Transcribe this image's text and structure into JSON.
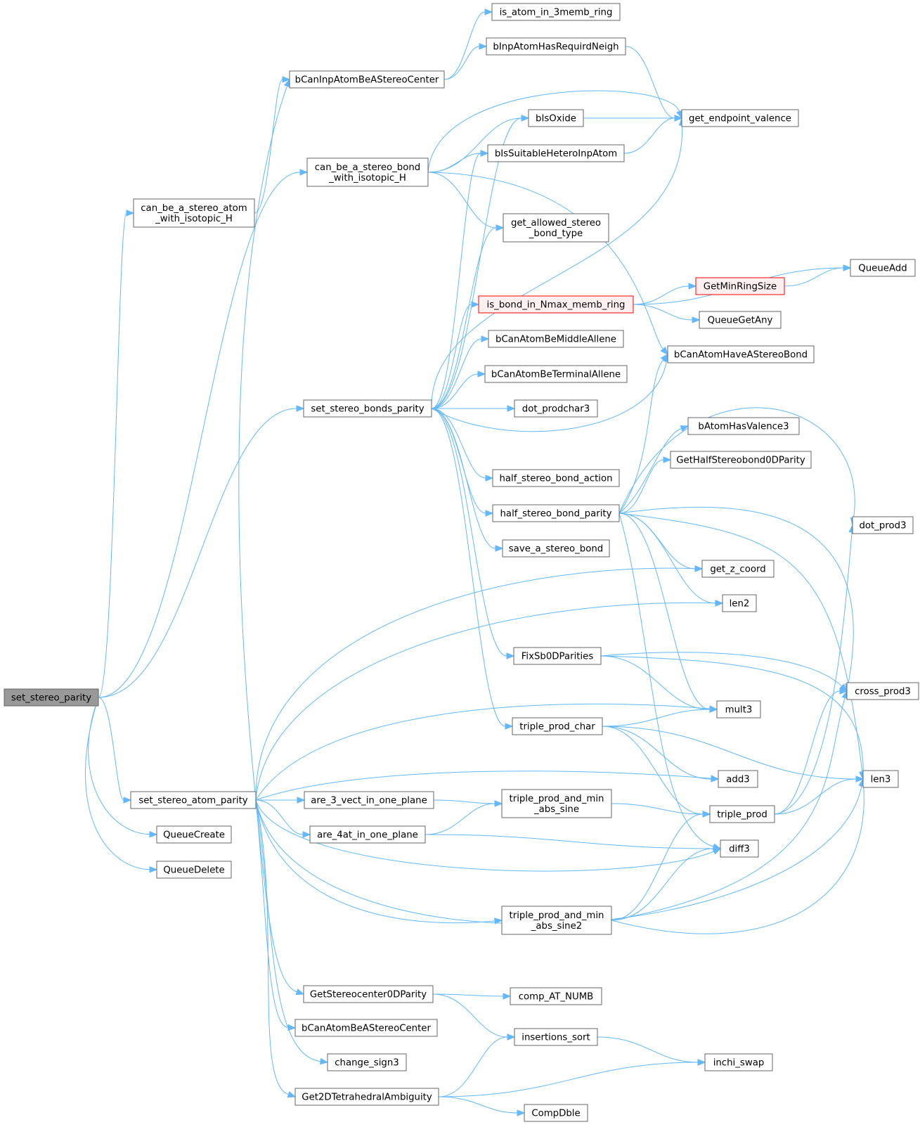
{
  "graph": {
    "title": "",
    "colors": {
      "edge": "#63b8ff",
      "node_border": "#666666",
      "root_fill": "#999999",
      "truncated_border": "#ff0000",
      "truncated_fill": "#fff0f0"
    },
    "nodes": [
      {
        "id": "set_stereo_parity",
        "lines": [
          "set_stereo_parity"
        ],
        "kind": "root"
      },
      {
        "id": "can_be_a_stereo_atom_with_isotopic_H",
        "lines": [
          "can_be_a_stereo_atom",
          "_with_isotopic_H"
        ]
      },
      {
        "id": "bCanInpAtomBeAStereoCenter",
        "lines": [
          "bCanInpAtomBeAStereoCenter"
        ]
      },
      {
        "id": "is_atom_in_3memb_ring",
        "lines": [
          "is_atom_in_3memb_ring"
        ]
      },
      {
        "id": "bInpAtomHasRequirdNeigh",
        "lines": [
          "bInpAtomHasRequirdNeigh"
        ]
      },
      {
        "id": "get_endpoint_valence",
        "lines": [
          "get_endpoint_valence"
        ]
      },
      {
        "id": "can_be_a_stereo_bond_with_isotopic_H",
        "lines": [
          "can_be_a_stereo_bond",
          "_with_isotopic_H"
        ]
      },
      {
        "id": "bIsOxide",
        "lines": [
          "bIsOxide"
        ]
      },
      {
        "id": "bIsSuitableHeteroInpAtom",
        "lines": [
          "bIsSuitableHeteroInpAtom"
        ]
      },
      {
        "id": "get_allowed_stereo_bond_type",
        "lines": [
          "get_allowed_stereo",
          "_bond_type"
        ]
      },
      {
        "id": "bCanAtomHaveAStereoBond",
        "lines": [
          "bCanAtomHaveAStereoBond"
        ]
      },
      {
        "id": "set_stereo_bonds_parity",
        "lines": [
          "set_stereo_bonds_parity"
        ]
      },
      {
        "id": "is_bond_in_Nmax_memb_ring",
        "lines": [
          "is_bond_in_Nmax_memb_ring"
        ],
        "kind": "truncated"
      },
      {
        "id": "GetMinRingSize",
        "lines": [
          "GetMinRingSize"
        ],
        "kind": "truncated"
      },
      {
        "id": "QueueAdd",
        "lines": [
          "QueueAdd"
        ]
      },
      {
        "id": "QueueGetAny",
        "lines": [
          "QueueGetAny"
        ]
      },
      {
        "id": "bCanAtomBeMiddleAllene",
        "lines": [
          "bCanAtomBeMiddleAllene"
        ]
      },
      {
        "id": "bCanAtomBeTerminalAllene",
        "lines": [
          "bCanAtomBeTerminalAllene"
        ]
      },
      {
        "id": "dot_prodchar3",
        "lines": [
          "dot_prodchar3"
        ]
      },
      {
        "id": "half_stereo_bond_action",
        "lines": [
          "half_stereo_bond_action"
        ]
      },
      {
        "id": "half_stereo_bond_parity",
        "lines": [
          "half_stereo_bond_parity"
        ]
      },
      {
        "id": "bAtomHasValence3",
        "lines": [
          "bAtomHasValence3"
        ]
      },
      {
        "id": "GetHalfStereobond0DParity",
        "lines": [
          "GetHalfStereobond0DParity"
        ]
      },
      {
        "id": "dot_prod3",
        "lines": [
          "dot_prod3"
        ]
      },
      {
        "id": "save_a_stereo_bond",
        "lines": [
          "save_a_stereo_bond"
        ]
      },
      {
        "id": "get_z_coord",
        "lines": [
          "get_z_coord"
        ]
      },
      {
        "id": "len2",
        "lines": [
          "len2"
        ]
      },
      {
        "id": "FixSb0DParities",
        "lines": [
          "FixSb0DParities"
        ]
      },
      {
        "id": "cross_prod3",
        "lines": [
          "cross_prod3"
        ]
      },
      {
        "id": "mult3",
        "lines": [
          "mult3"
        ]
      },
      {
        "id": "triple_prod_char",
        "lines": [
          "triple_prod_char"
        ]
      },
      {
        "id": "add3",
        "lines": [
          "add3"
        ]
      },
      {
        "id": "len3",
        "lines": [
          "len3"
        ]
      },
      {
        "id": "set_stereo_atom_parity",
        "lines": [
          "set_stereo_atom_parity"
        ]
      },
      {
        "id": "are_3_vect_in_one_plane",
        "lines": [
          "are_3_vect_in_one_plane"
        ]
      },
      {
        "id": "triple_prod_and_min_abs_sine",
        "lines": [
          "triple_prod_and_min",
          "_abs_sine"
        ]
      },
      {
        "id": "triple_prod",
        "lines": [
          "triple_prod"
        ]
      },
      {
        "id": "QueueCreate",
        "lines": [
          "QueueCreate"
        ]
      },
      {
        "id": "are_4at_in_one_plane",
        "lines": [
          "are_4at_in_one_plane"
        ]
      },
      {
        "id": "diff3",
        "lines": [
          "diff3"
        ]
      },
      {
        "id": "QueueDelete",
        "lines": [
          "QueueDelete"
        ]
      },
      {
        "id": "triple_prod_and_min_abs_sine2",
        "lines": [
          "triple_prod_and_min",
          "_abs_sine2"
        ]
      },
      {
        "id": "GetStereocenter0DParity",
        "lines": [
          "GetStereocenter0DParity"
        ]
      },
      {
        "id": "comp_AT_NUMB",
        "lines": [
          "comp_AT_NUMB"
        ]
      },
      {
        "id": "bCanAtomBeAStereoCenter",
        "lines": [
          "bCanAtomBeAStereoCenter"
        ]
      },
      {
        "id": "insertions_sort",
        "lines": [
          "insertions_sort"
        ]
      },
      {
        "id": "change_sign3",
        "lines": [
          "change_sign3"
        ]
      },
      {
        "id": "inchi_swap",
        "lines": [
          "inchi_swap"
        ]
      },
      {
        "id": "Get2DTetrahedralAmbiguity",
        "lines": [
          "Get2DTetrahedralAmbiguity"
        ]
      },
      {
        "id": "CompDble",
        "lines": [
          "CompDble"
        ]
      }
    ],
    "edges": [
      [
        "set_stereo_parity",
        "can_be_a_stereo_atom_with_isotopic_H"
      ],
      [
        "set_stereo_parity",
        "can_be_a_stereo_bond_with_isotopic_H"
      ],
      [
        "set_stereo_parity",
        "set_stereo_bonds_parity"
      ],
      [
        "set_stereo_parity",
        "set_stereo_atom_parity"
      ],
      [
        "set_stereo_parity",
        "QueueCreate"
      ],
      [
        "set_stereo_parity",
        "QueueDelete"
      ],
      [
        "can_be_a_stereo_atom_with_isotopic_H",
        "bCanInpAtomBeAStereoCenter"
      ],
      [
        "bCanInpAtomBeAStereoCenter",
        "is_atom_in_3memb_ring"
      ],
      [
        "bCanInpAtomBeAStereoCenter",
        "bInpAtomHasRequirdNeigh"
      ],
      [
        "bInpAtomHasRequirdNeigh",
        "get_endpoint_valence"
      ],
      [
        "can_be_a_stereo_bond_with_isotopic_H",
        "get_endpoint_valence"
      ],
      [
        "can_be_a_stereo_bond_with_isotopic_H",
        "bIsOxide"
      ],
      [
        "can_be_a_stereo_bond_with_isotopic_H",
        "bIsSuitableHeteroInpAtom"
      ],
      [
        "can_be_a_stereo_bond_with_isotopic_H",
        "get_allowed_stereo_bond_type"
      ],
      [
        "can_be_a_stereo_bond_with_isotopic_H",
        "bCanAtomHaveAStereoBond"
      ],
      [
        "bIsOxide",
        "get_endpoint_valence"
      ],
      [
        "bIsSuitableHeteroInpAtom",
        "get_endpoint_valence"
      ],
      [
        "set_stereo_bonds_parity",
        "bIsOxide"
      ],
      [
        "set_stereo_bonds_parity",
        "bIsSuitableHeteroInpAtom"
      ],
      [
        "set_stereo_bonds_parity",
        "get_allowed_stereo_bond_type"
      ],
      [
        "set_stereo_bonds_parity",
        "get_endpoint_valence"
      ],
      [
        "set_stereo_bonds_parity",
        "is_bond_in_Nmax_memb_ring"
      ],
      [
        "set_stereo_bonds_parity",
        "bCanAtomBeMiddleAllene"
      ],
      [
        "set_stereo_bonds_parity",
        "bCanAtomBeTerminalAllene"
      ],
      [
        "set_stereo_bonds_parity",
        "dot_prodchar3"
      ],
      [
        "set_stereo_bonds_parity",
        "bCanAtomHaveAStereoBond"
      ],
      [
        "set_stereo_bonds_parity",
        "half_stereo_bond_action"
      ],
      [
        "set_stereo_bonds_parity",
        "half_stereo_bond_parity"
      ],
      [
        "set_stereo_bonds_parity",
        "save_a_stereo_bond"
      ],
      [
        "set_stereo_bonds_parity",
        "FixSb0DParities"
      ],
      [
        "set_stereo_bonds_parity",
        "triple_prod_char"
      ],
      [
        "is_bond_in_Nmax_memb_ring",
        "GetMinRingSize"
      ],
      [
        "is_bond_in_Nmax_memb_ring",
        "QueueAdd"
      ],
      [
        "is_bond_in_Nmax_memb_ring",
        "QueueGetAny"
      ],
      [
        "GetMinRingSize",
        "QueueAdd"
      ],
      [
        "half_stereo_bond_parity",
        "bCanAtomHaveAStereoBond"
      ],
      [
        "half_stereo_bond_parity",
        "bAtomHasValence3"
      ],
      [
        "half_stereo_bond_parity",
        "GetHalfStereobond0DParity"
      ],
      [
        "half_stereo_bond_parity",
        "dot_prod3"
      ],
      [
        "half_stereo_bond_parity",
        "cross_prod3"
      ],
      [
        "half_stereo_bond_parity",
        "get_z_coord"
      ],
      [
        "half_stereo_bond_parity",
        "len2"
      ],
      [
        "half_stereo_bond_parity",
        "len3"
      ],
      [
        "half_stereo_bond_parity",
        "mult3"
      ],
      [
        "half_stereo_bond_parity",
        "diff3"
      ],
      [
        "FixSb0DParities",
        "cross_prod3"
      ],
      [
        "FixSb0DParities",
        "mult3"
      ],
      [
        "FixSb0DParities",
        "len3"
      ],
      [
        "triple_prod_char",
        "mult3"
      ],
      [
        "triple_prod_char",
        "add3"
      ],
      [
        "triple_prod_char",
        "len3"
      ],
      [
        "triple_prod_char",
        "triple_prod"
      ],
      [
        "triple_prod",
        "dot_prod3"
      ],
      [
        "triple_prod",
        "cross_prod3"
      ],
      [
        "triple_prod",
        "len3"
      ],
      [
        "set_stereo_atom_parity",
        "bCanInpAtomBeAStereoCenter"
      ],
      [
        "set_stereo_atom_parity",
        "get_z_coord"
      ],
      [
        "set_stereo_atom_parity",
        "len2"
      ],
      [
        "set_stereo_atom_parity",
        "mult3"
      ],
      [
        "set_stereo_atom_parity",
        "add3"
      ],
      [
        "set_stereo_atom_parity",
        "are_3_vect_in_one_plane"
      ],
      [
        "set_stereo_atom_parity",
        "are_4at_in_one_plane"
      ],
      [
        "set_stereo_atom_parity",
        "diff3"
      ],
      [
        "set_stereo_atom_parity",
        "triple_prod_and_min_abs_sine2"
      ],
      [
        "set_stereo_atom_parity",
        "len3"
      ],
      [
        "set_stereo_atom_parity",
        "GetStereocenter0DParity"
      ],
      [
        "set_stereo_atom_parity",
        "bCanAtomBeAStereoCenter"
      ],
      [
        "set_stereo_atom_parity",
        "change_sign3"
      ],
      [
        "set_stereo_atom_parity",
        "Get2DTetrahedralAmbiguity"
      ],
      [
        "are_3_vect_in_one_plane",
        "triple_prod_and_min_abs_sine"
      ],
      [
        "are_4at_in_one_plane",
        "triple_prod_and_min_abs_sine"
      ],
      [
        "are_4at_in_one_plane",
        "diff3"
      ],
      [
        "triple_prod_and_min_abs_sine",
        "triple_prod"
      ],
      [
        "triple_prod_and_min_abs_sine2",
        "triple_prod"
      ],
      [
        "triple_prod_and_min_abs_sine2",
        "diff3"
      ],
      [
        "triple_prod_and_min_abs_sine2",
        "cross_prod3"
      ],
      [
        "triple_prod_and_min_abs_sine2",
        "len3"
      ],
      [
        "GetStereocenter0DParity",
        "comp_AT_NUMB"
      ],
      [
        "GetStereocenter0DParity",
        "insertions_sort"
      ],
      [
        "insertions_sort",
        "inchi_swap"
      ],
      [
        "Get2DTetrahedralAmbiguity",
        "insertions_sort"
      ],
      [
        "Get2DTetrahedralAmbiguity",
        "inchi_swap"
      ],
      [
        "Get2DTetrahedralAmbiguity",
        "CompDble"
      ]
    ]
  }
}
